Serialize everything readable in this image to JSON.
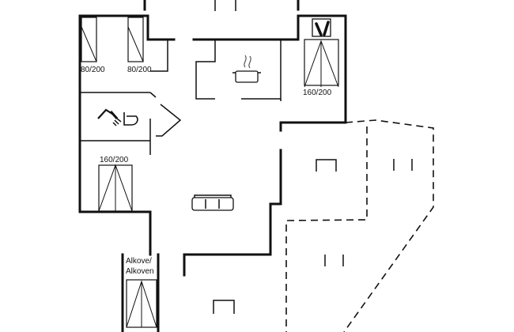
{
  "labels": {
    "bed_top_left": "80/200",
    "bed_top_middle": "80/200",
    "bed_top_right": "160/200",
    "bed_left_double": "160/200",
    "alcove_line1": "Alkove/",
    "alcove_line2": "Alkoven"
  },
  "icons": {
    "kitchen": "cooking-pot-icon",
    "bathroom": "shower-toilet-icon",
    "living": "sofa-icon",
    "utility": "bottles-icon"
  },
  "colors": {
    "walls": "#111111",
    "background": "#ffffff"
  }
}
